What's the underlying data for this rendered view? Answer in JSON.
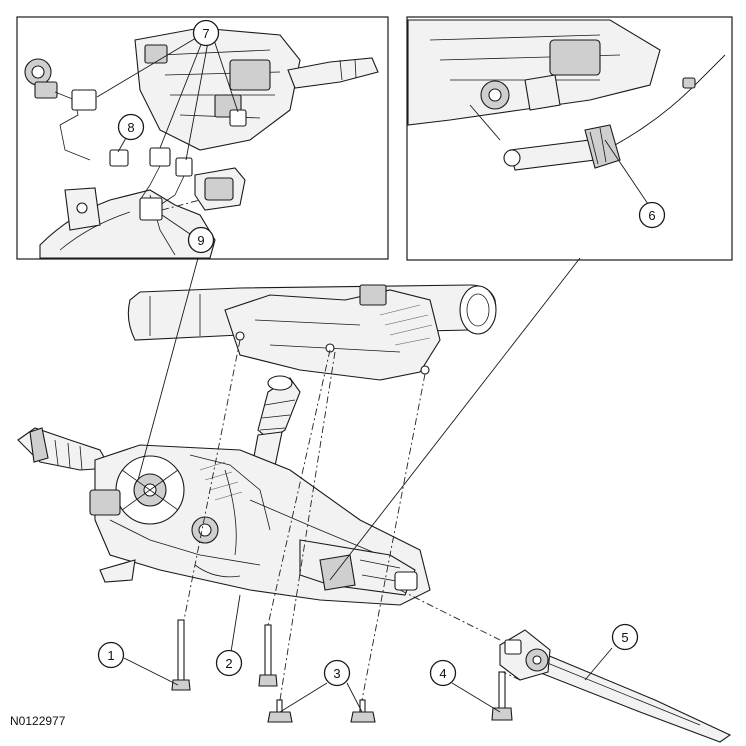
{
  "figure_id": "N0122977",
  "callouts": [
    {
      "number": "1"
    },
    {
      "number": "2"
    },
    {
      "number": "3"
    },
    {
      "number": "4"
    },
    {
      "number": "5"
    },
    {
      "number": "6"
    },
    {
      "number": "7"
    },
    {
      "number": "8"
    },
    {
      "number": "9"
    }
  ]
}
